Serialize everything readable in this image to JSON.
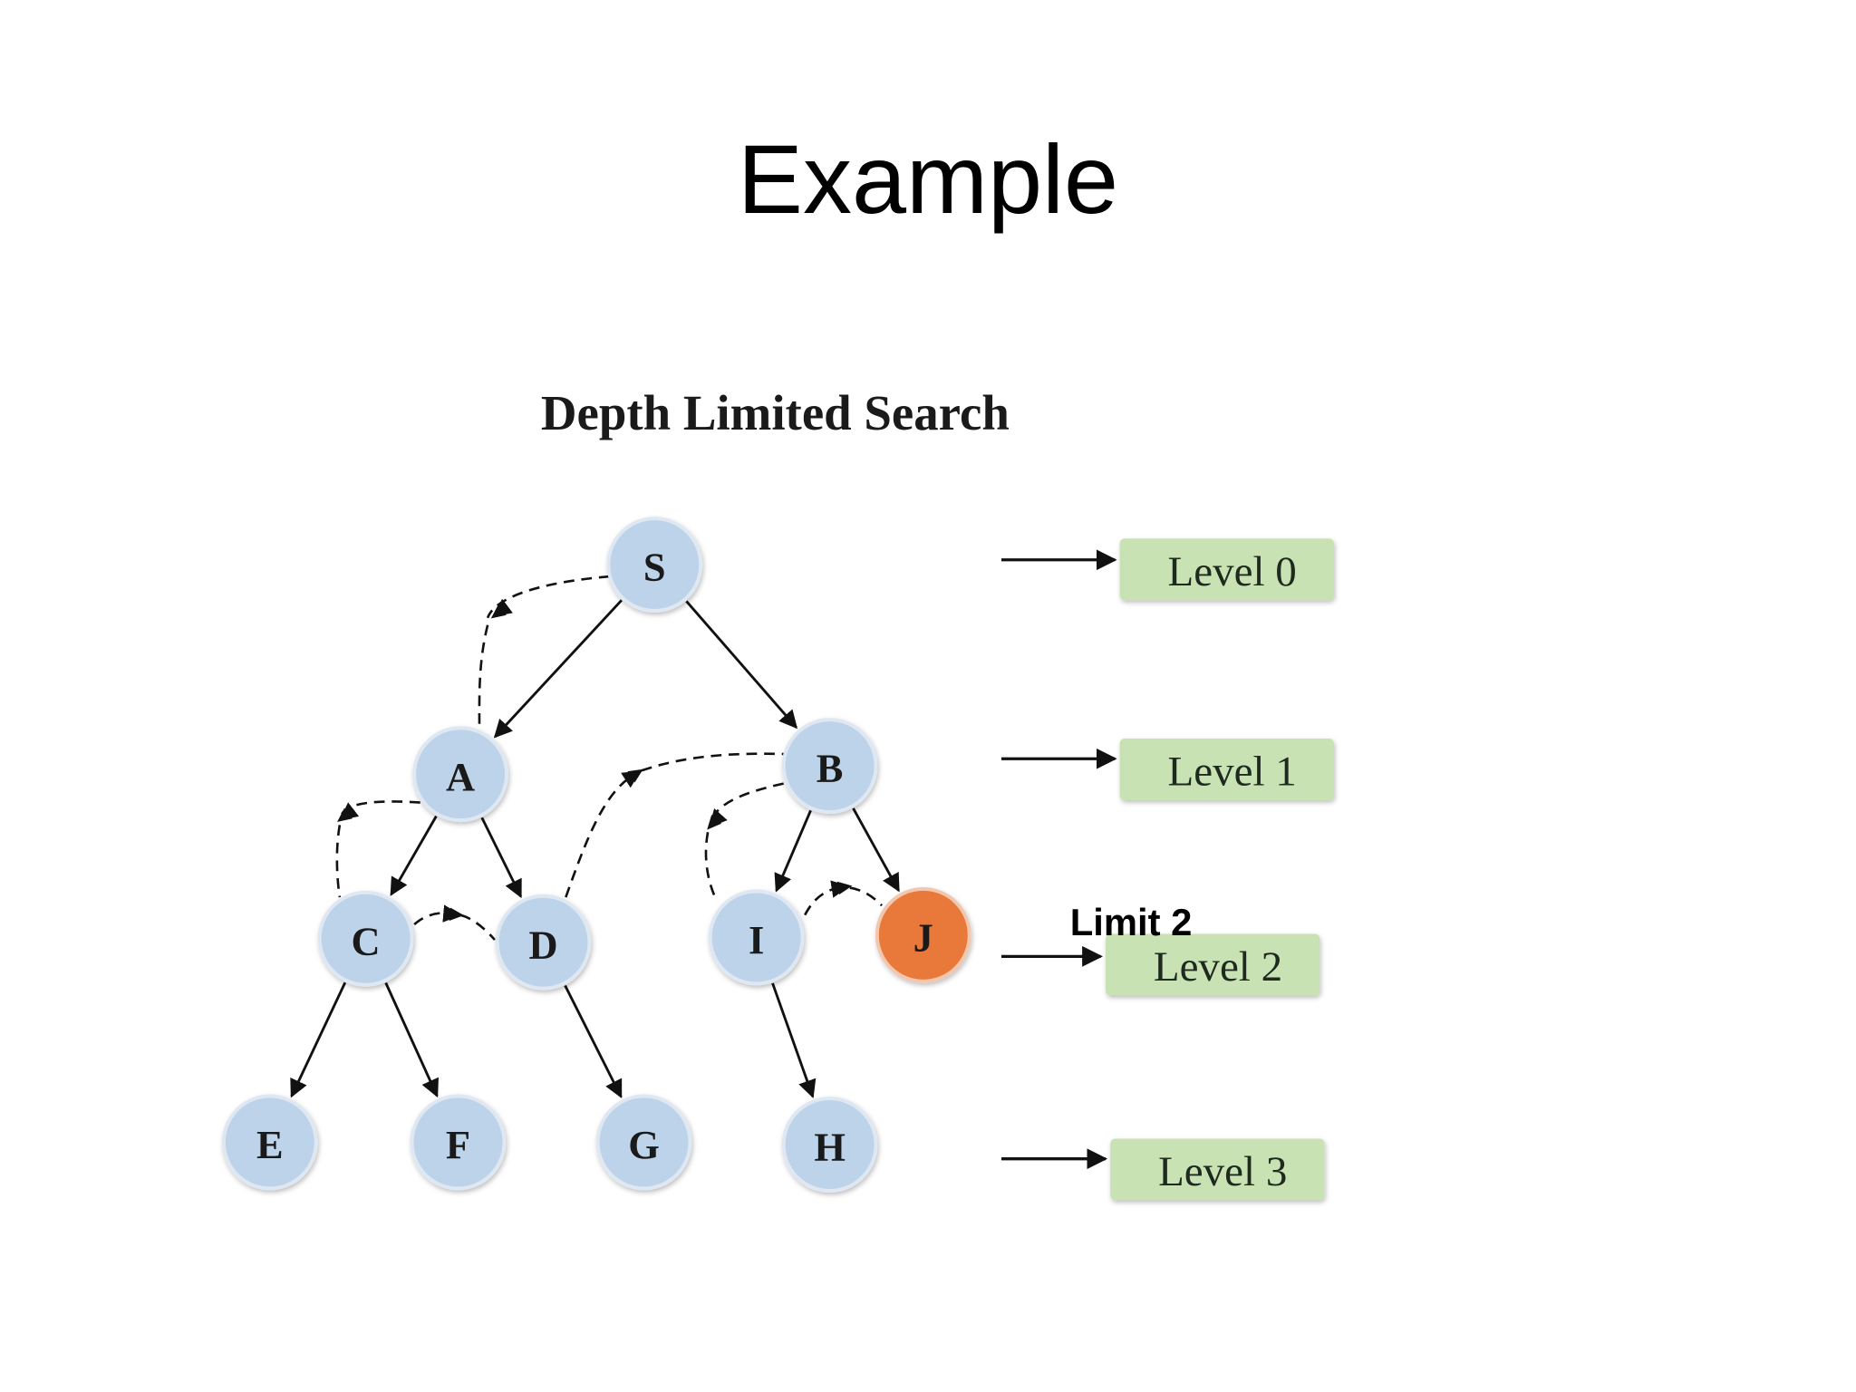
{
  "slide": {
    "title": "Example"
  },
  "diagram": {
    "subtitle": "Depth Limited Search",
    "limit_label": "Limit 2",
    "colors": {
      "node_fill": "#bcd3ea",
      "node_stroke": "#dfe8f2",
      "goal_fill": "#e8793a",
      "level_fill": "#c9e2b4",
      "edge": "#111111"
    },
    "nodes": [
      {
        "id": "S",
        "label": "S",
        "level": 0,
        "goal": false
      },
      {
        "id": "A",
        "label": "A",
        "level": 1,
        "goal": false
      },
      {
        "id": "B",
        "label": "B",
        "level": 1,
        "goal": false
      },
      {
        "id": "C",
        "label": "C",
        "level": 2,
        "goal": false
      },
      {
        "id": "D",
        "label": "D",
        "level": 2,
        "goal": false
      },
      {
        "id": "I",
        "label": "I",
        "level": 2,
        "goal": false
      },
      {
        "id": "J",
        "label": "J",
        "level": 2,
        "goal": true
      },
      {
        "id": "E",
        "label": "E",
        "level": 3,
        "goal": false
      },
      {
        "id": "F",
        "label": "F",
        "level": 3,
        "goal": false
      },
      {
        "id": "G",
        "label": "G",
        "level": 3,
        "goal": false
      },
      {
        "id": "H",
        "label": "H",
        "level": 3,
        "goal": false
      }
    ],
    "edges": [
      [
        "S",
        "A"
      ],
      [
        "S",
        "B"
      ],
      [
        "A",
        "C"
      ],
      [
        "A",
        "D"
      ],
      [
        "B",
        "I"
      ],
      [
        "B",
        "J"
      ],
      [
        "C",
        "E"
      ],
      [
        "C",
        "F"
      ],
      [
        "D",
        "G"
      ],
      [
        "I",
        "H"
      ]
    ],
    "traversal": [
      [
        "S",
        "A"
      ],
      [
        "A",
        "C"
      ],
      [
        "C",
        "D"
      ],
      [
        "D",
        "B"
      ],
      [
        "B",
        "I"
      ],
      [
        "I",
        "J"
      ]
    ],
    "levels": [
      "Level 0",
      "Level 1",
      "Level 2",
      "Level 3"
    ]
  }
}
